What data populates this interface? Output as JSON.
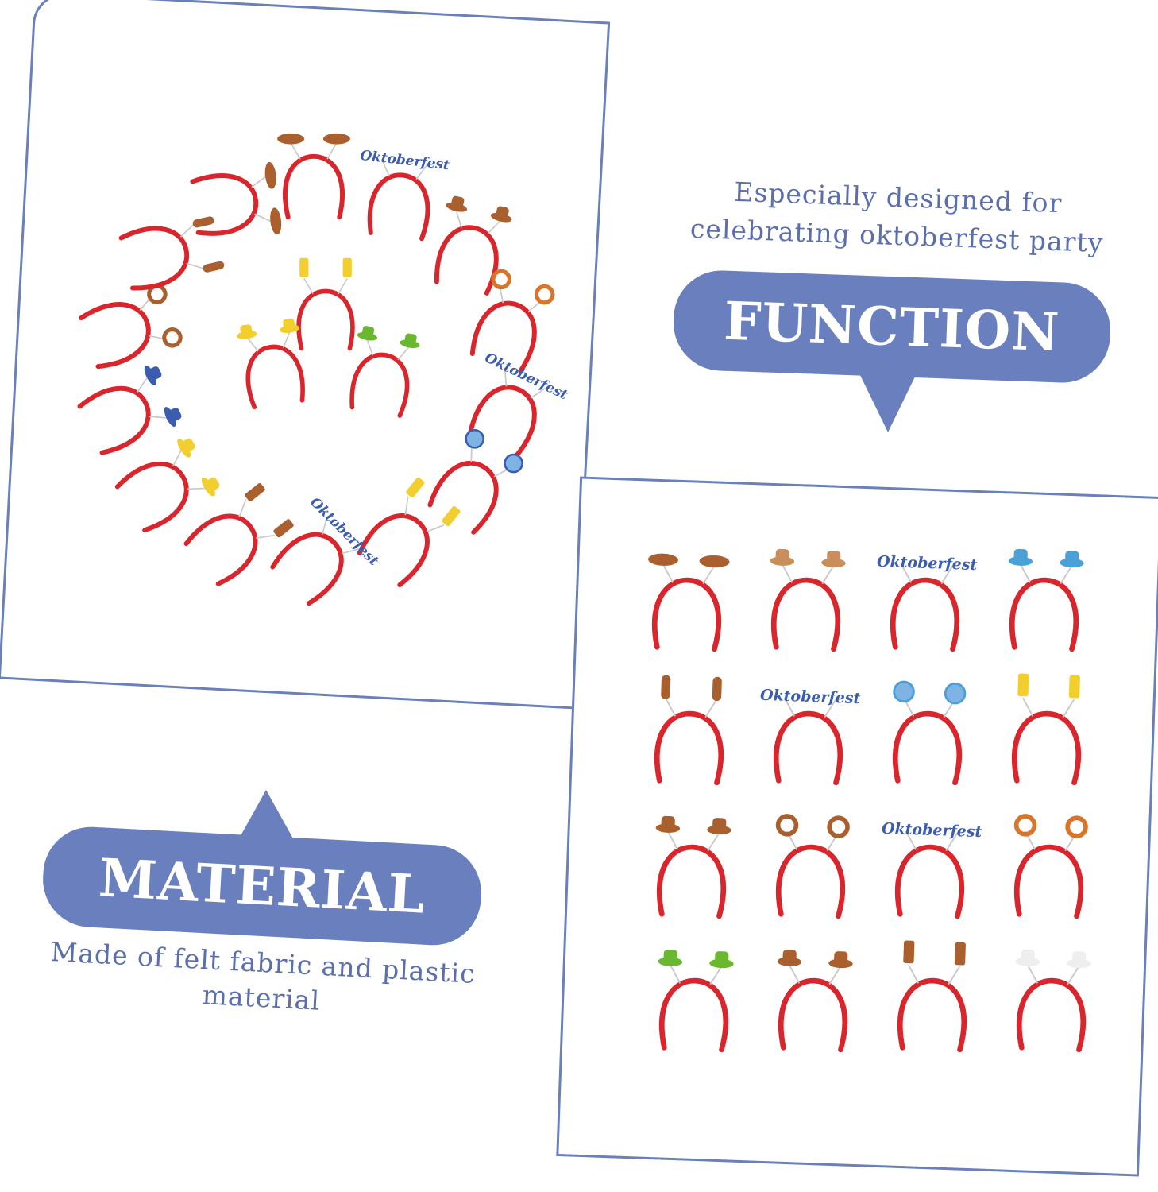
{
  "colors": {
    "accent": "#6a7fbd",
    "border": "#6a80b8",
    "caption_text": "#5b6fae",
    "headband_red": "#d8262c",
    "felt_brown": "#a9602e",
    "felt_blue": "#3b5db0",
    "felt_yellow": "#f2cf2e",
    "felt_green": "#69b82f"
  },
  "function": {
    "caption": "Especially designed for celebrating oktoberfest party",
    "title": "FUNCTION"
  },
  "material": {
    "title": "MATERIAL",
    "caption": "Made of felt fabric and plastic material"
  },
  "headband_labels": {
    "oktoberfest": "Oktoberfest"
  }
}
